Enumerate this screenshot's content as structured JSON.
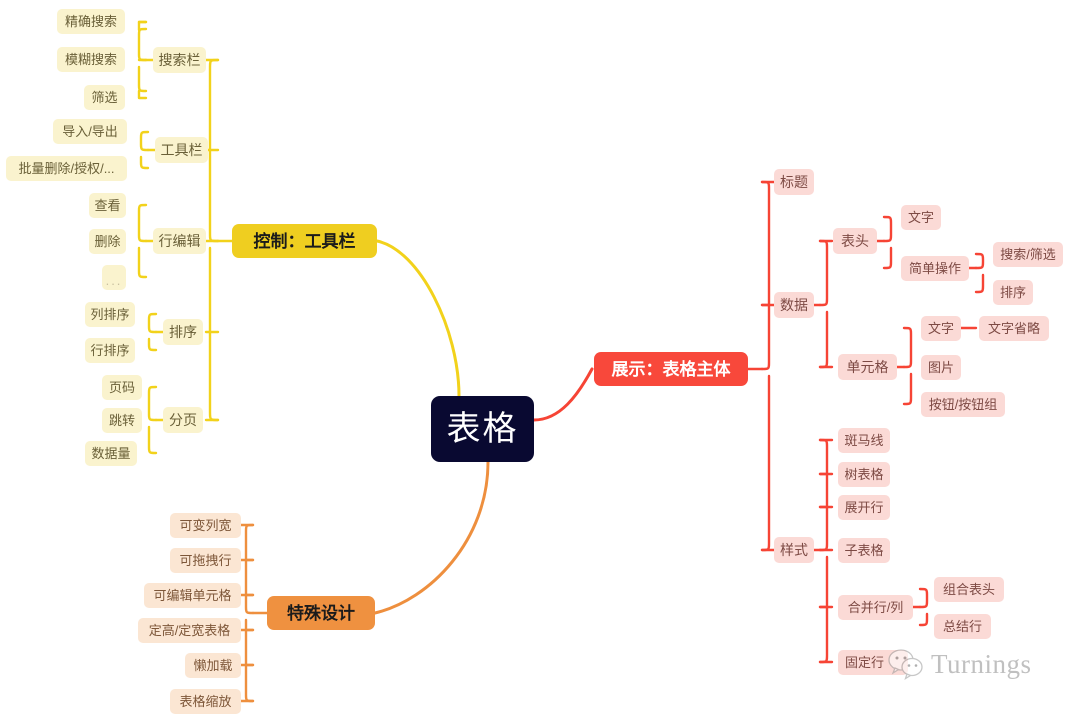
{
  "diagram": {
    "type": "mindmap",
    "root": {
      "label": "表格"
    },
    "branches": [
      {
        "id": "control",
        "label": "控制：工具栏",
        "color": "#EFCE20",
        "side": "left",
        "children": [
          {
            "label": "搜索栏",
            "children": [
              {
                "label": "精确搜索"
              },
              {
                "label": "模糊搜索"
              },
              {
                "label": "筛选"
              }
            ]
          },
          {
            "label": "工具栏",
            "children": [
              {
                "label": "导入/导出"
              },
              {
                "label": "批量删除/授权/..."
              }
            ]
          },
          {
            "label": "行编辑",
            "children": [
              {
                "label": "查看"
              },
              {
                "label": "删除"
              },
              {
                "label": "..."
              }
            ]
          },
          {
            "label": "排序",
            "children": [
              {
                "label": "列排序"
              },
              {
                "label": "行排序"
              }
            ]
          },
          {
            "label": "分页",
            "children": [
              {
                "label": "页码"
              },
              {
                "label": "跳转"
              },
              {
                "label": "数据量"
              }
            ]
          }
        ]
      },
      {
        "id": "display",
        "label": "展示：表格主体",
        "color": "#F8483B",
        "side": "right",
        "children": [
          {
            "label": "标题",
            "children": []
          },
          {
            "label": "数据",
            "children": [
              {
                "label": "表头",
                "children": [
                  {
                    "label": "文字"
                  },
                  {
                    "label": "简单操作",
                    "children": [
                      {
                        "label": "搜索/筛选"
                      },
                      {
                        "label": "排序"
                      }
                    ]
                  }
                ]
              },
              {
                "label": "单元格",
                "children": [
                  {
                    "label": "文字",
                    "children": [
                      {
                        "label": "文字省略"
                      }
                    ]
                  },
                  {
                    "label": "图片"
                  },
                  {
                    "label": "按钮/按钮组"
                  }
                ]
              }
            ]
          },
          {
            "label": "样式",
            "children": [
              {
                "label": "斑马线"
              },
              {
                "label": "树表格"
              },
              {
                "label": "展开行"
              },
              {
                "label": "子表格"
              },
              {
                "label": "合并行/列",
                "children": [
                  {
                    "label": "组合表头"
                  },
                  {
                    "label": "总结行"
                  }
                ]
              },
              {
                "label": "固定行"
              }
            ]
          }
        ]
      },
      {
        "id": "special",
        "label": "特殊设计",
        "color": "#EF9140",
        "side": "left",
        "children": [
          {
            "label": "可变列宽"
          },
          {
            "label": "可拖拽行"
          },
          {
            "label": "可编辑单元格"
          },
          {
            "label": "定高/定宽表格"
          },
          {
            "label": "懒加载"
          },
          {
            "label": "表格缩放"
          }
        ]
      }
    ]
  },
  "nodes": {
    "root": "表格",
    "control": "控制：工具栏",
    "display": "展示：表格主体",
    "special": "特殊设计",
    "search_bar": "搜索栏",
    "exact_search": "精确搜索",
    "fuzzy_search": "模糊搜索",
    "filter": "筛选",
    "toolbar": "工具栏",
    "import_export": "导入/导出",
    "batch_ops": "批量删除/授权/...",
    "row_edit": "行编辑",
    "view": "查看",
    "delete": "删除",
    "more": "...",
    "sort": "排序",
    "col_sort": "列排序",
    "row_sort": "行排序",
    "paging": "分页",
    "page_no": "页码",
    "jump": "跳转",
    "data_count": "数据量",
    "title": "标题",
    "data": "数据",
    "table_head": "表头",
    "head_text": "文字",
    "simple_ops": "简单操作",
    "search_filter": "搜索/筛选",
    "sort2": "排序",
    "cell": "单元格",
    "cell_text": "文字",
    "text_ellipsis": "文字省略",
    "image": "图片",
    "button_group": "按钮/按钮组",
    "style": "样式",
    "zebra": "斑马线",
    "tree_table": "树表格",
    "expand_row": "展开行",
    "sub_table": "子表格",
    "merge_rowcol": "合并行/列",
    "combined_head": "组合表头",
    "summary_row": "总结行",
    "fixed_row": "固定行",
    "var_col_width": "可变列宽",
    "drag_row": "可拖拽行",
    "editable_cell": "可编辑单元格",
    "fixed_size_table": "定高/定宽表格",
    "lazy_load": "懒加载",
    "table_zoom": "表格缩放"
  },
  "watermark": {
    "text": "Turnings",
    "icon": "wechat-icon"
  },
  "colors": {
    "root_bg": "#090931",
    "yellow": "#EFCE20",
    "yellow_light": "#FAF3CE",
    "red": "#F8483B",
    "red_light": "#FBDAD6",
    "orange": "#EF9140",
    "orange_light": "#FBE6D3",
    "background": "#FFFFFF"
  }
}
